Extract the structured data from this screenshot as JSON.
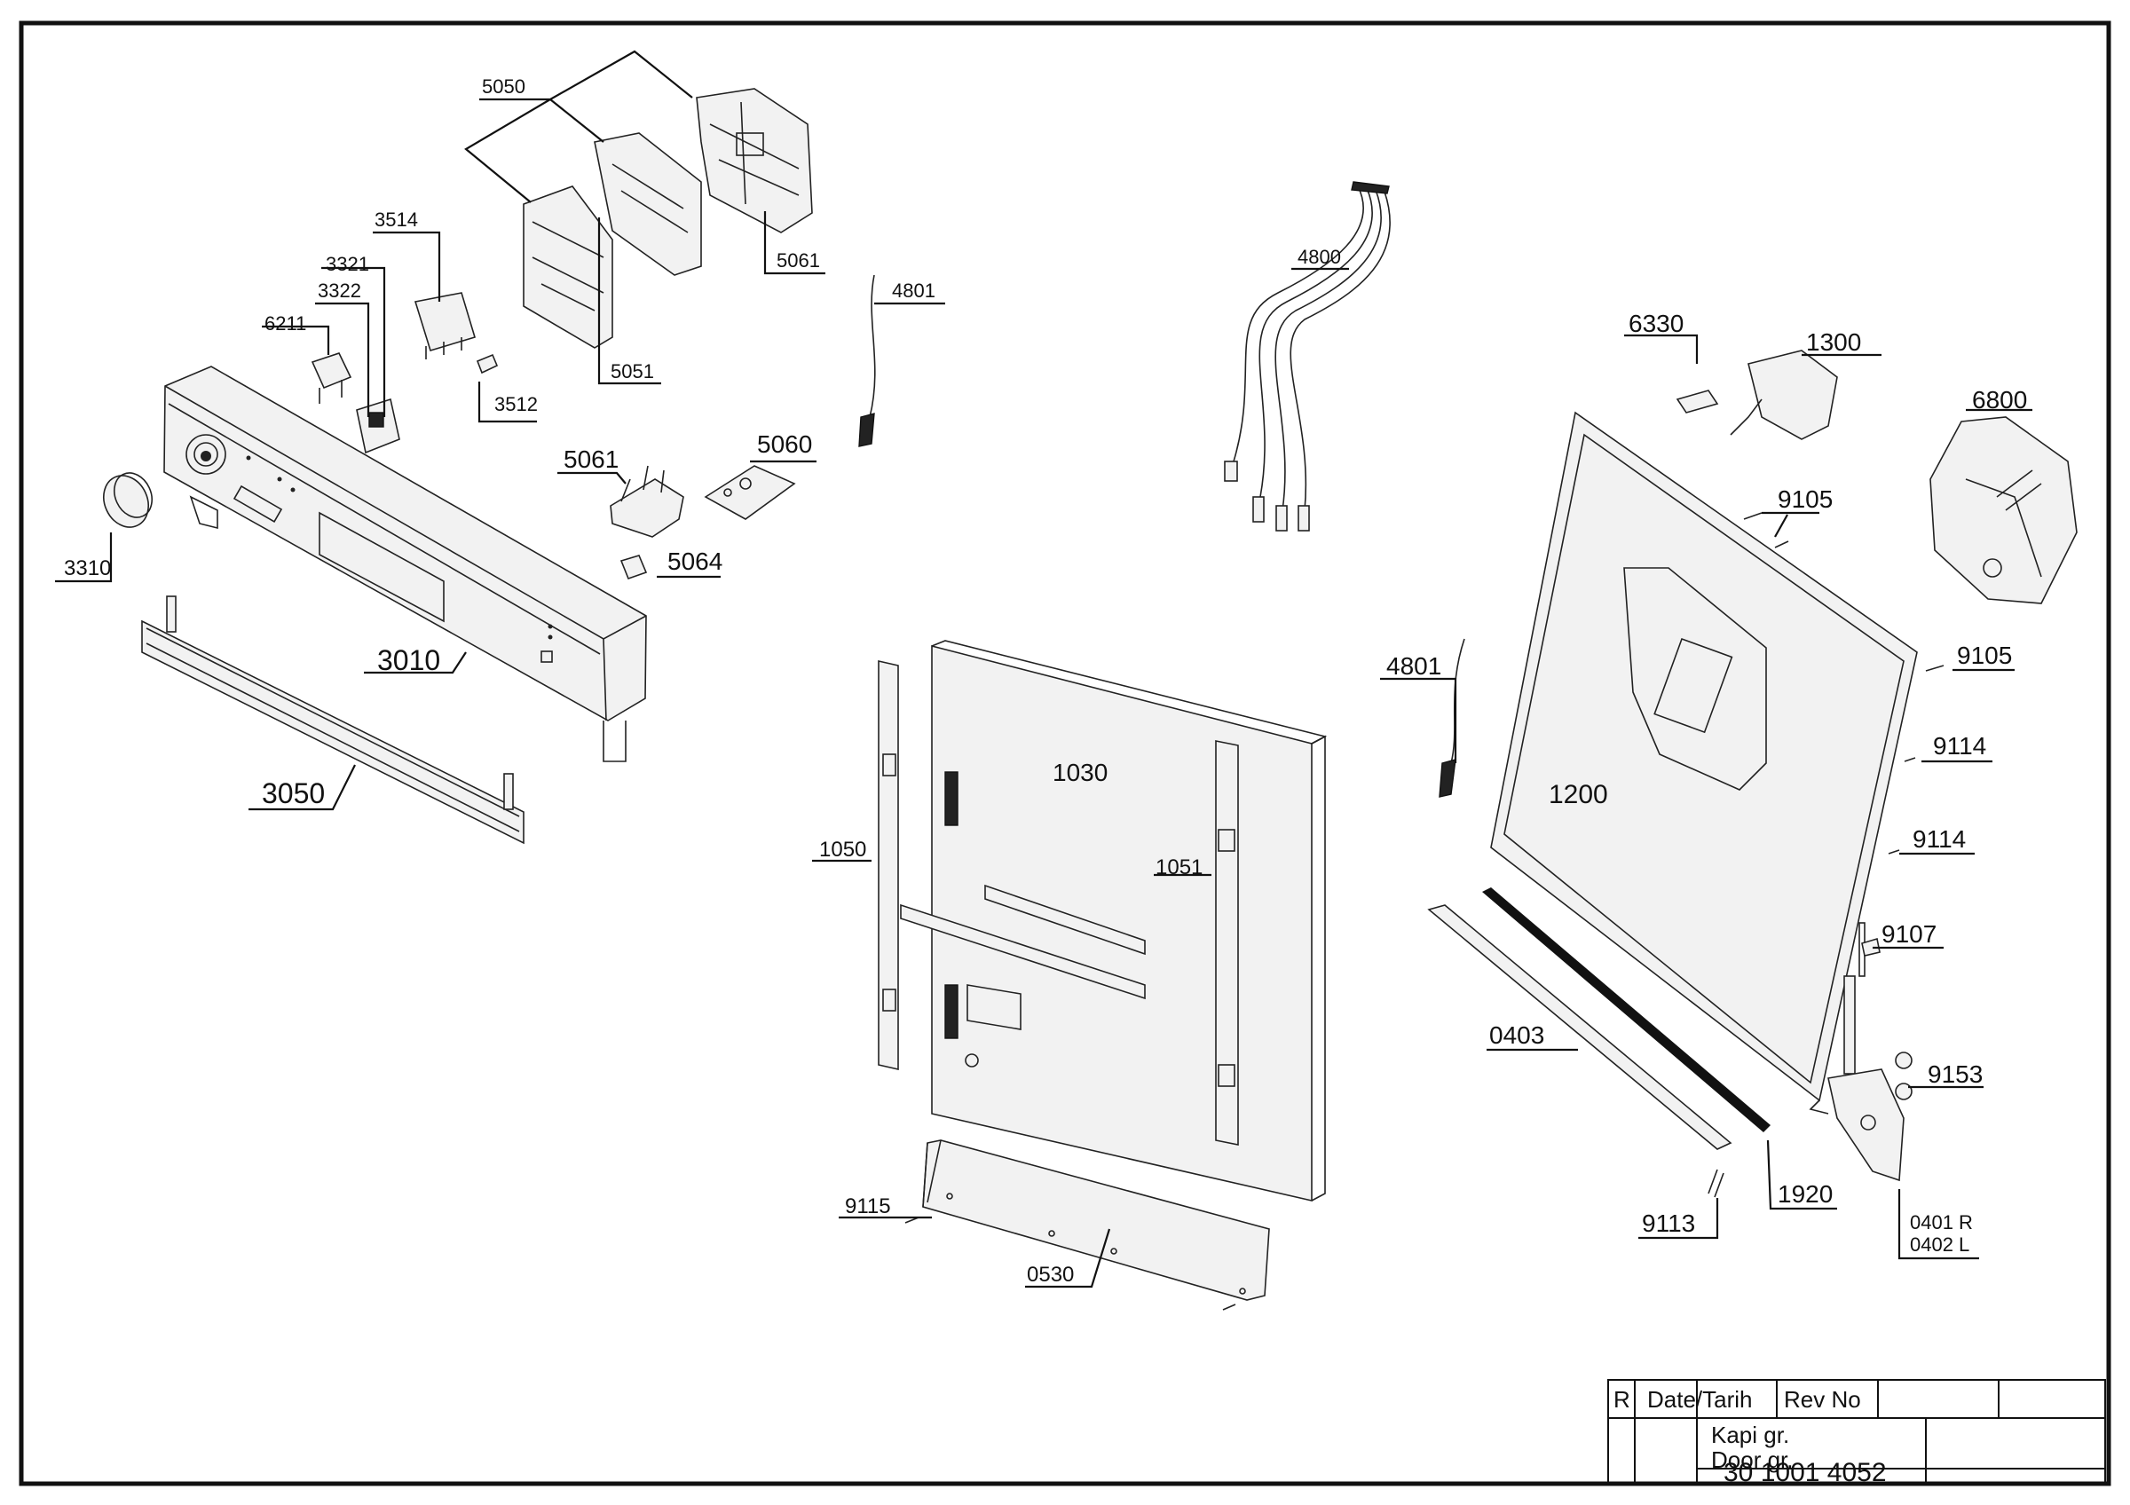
{
  "parts": [
    {
      "id": "5050"
    },
    {
      "id": "5061"
    },
    {
      "id": "5051"
    },
    {
      "id": "3514"
    },
    {
      "id": "3321"
    },
    {
      "id": "3322"
    },
    {
      "id": "6211"
    },
    {
      "id": "3512"
    },
    {
      "id": "4801"
    },
    {
      "id": "4800"
    },
    {
      "id": "6330"
    },
    {
      "id": "1300"
    },
    {
      "id": "6800"
    },
    {
      "id": "5060"
    },
    {
      "id": "5061"
    },
    {
      "id": "5064"
    },
    {
      "id": "3310"
    },
    {
      "id": "3010"
    },
    {
      "id": "3050"
    },
    {
      "id": "9105"
    },
    {
      "id": "9105"
    },
    {
      "id": "4801"
    },
    {
      "id": "1030"
    },
    {
      "id": "1200"
    },
    {
      "id": "9114"
    },
    {
      "id": "9114"
    },
    {
      "id": "1050"
    },
    {
      "id": "1051"
    },
    {
      "id": "9107"
    },
    {
      "id": "0403"
    },
    {
      "id": "9153"
    },
    {
      "id": "1920"
    },
    {
      "id": "9115"
    },
    {
      "id": "9113"
    },
    {
      "id": "0530"
    },
    {
      "id": "0401 R"
    },
    {
      "id": "0402 L"
    }
  ],
  "title_block": {
    "rev_col": "R",
    "date_col": "Date/Tarih",
    "revno_col": "Rev No",
    "title_tr": "Kapi gr.",
    "title_en": "Door gr.",
    "drawing_number": "30 1001 4052"
  }
}
